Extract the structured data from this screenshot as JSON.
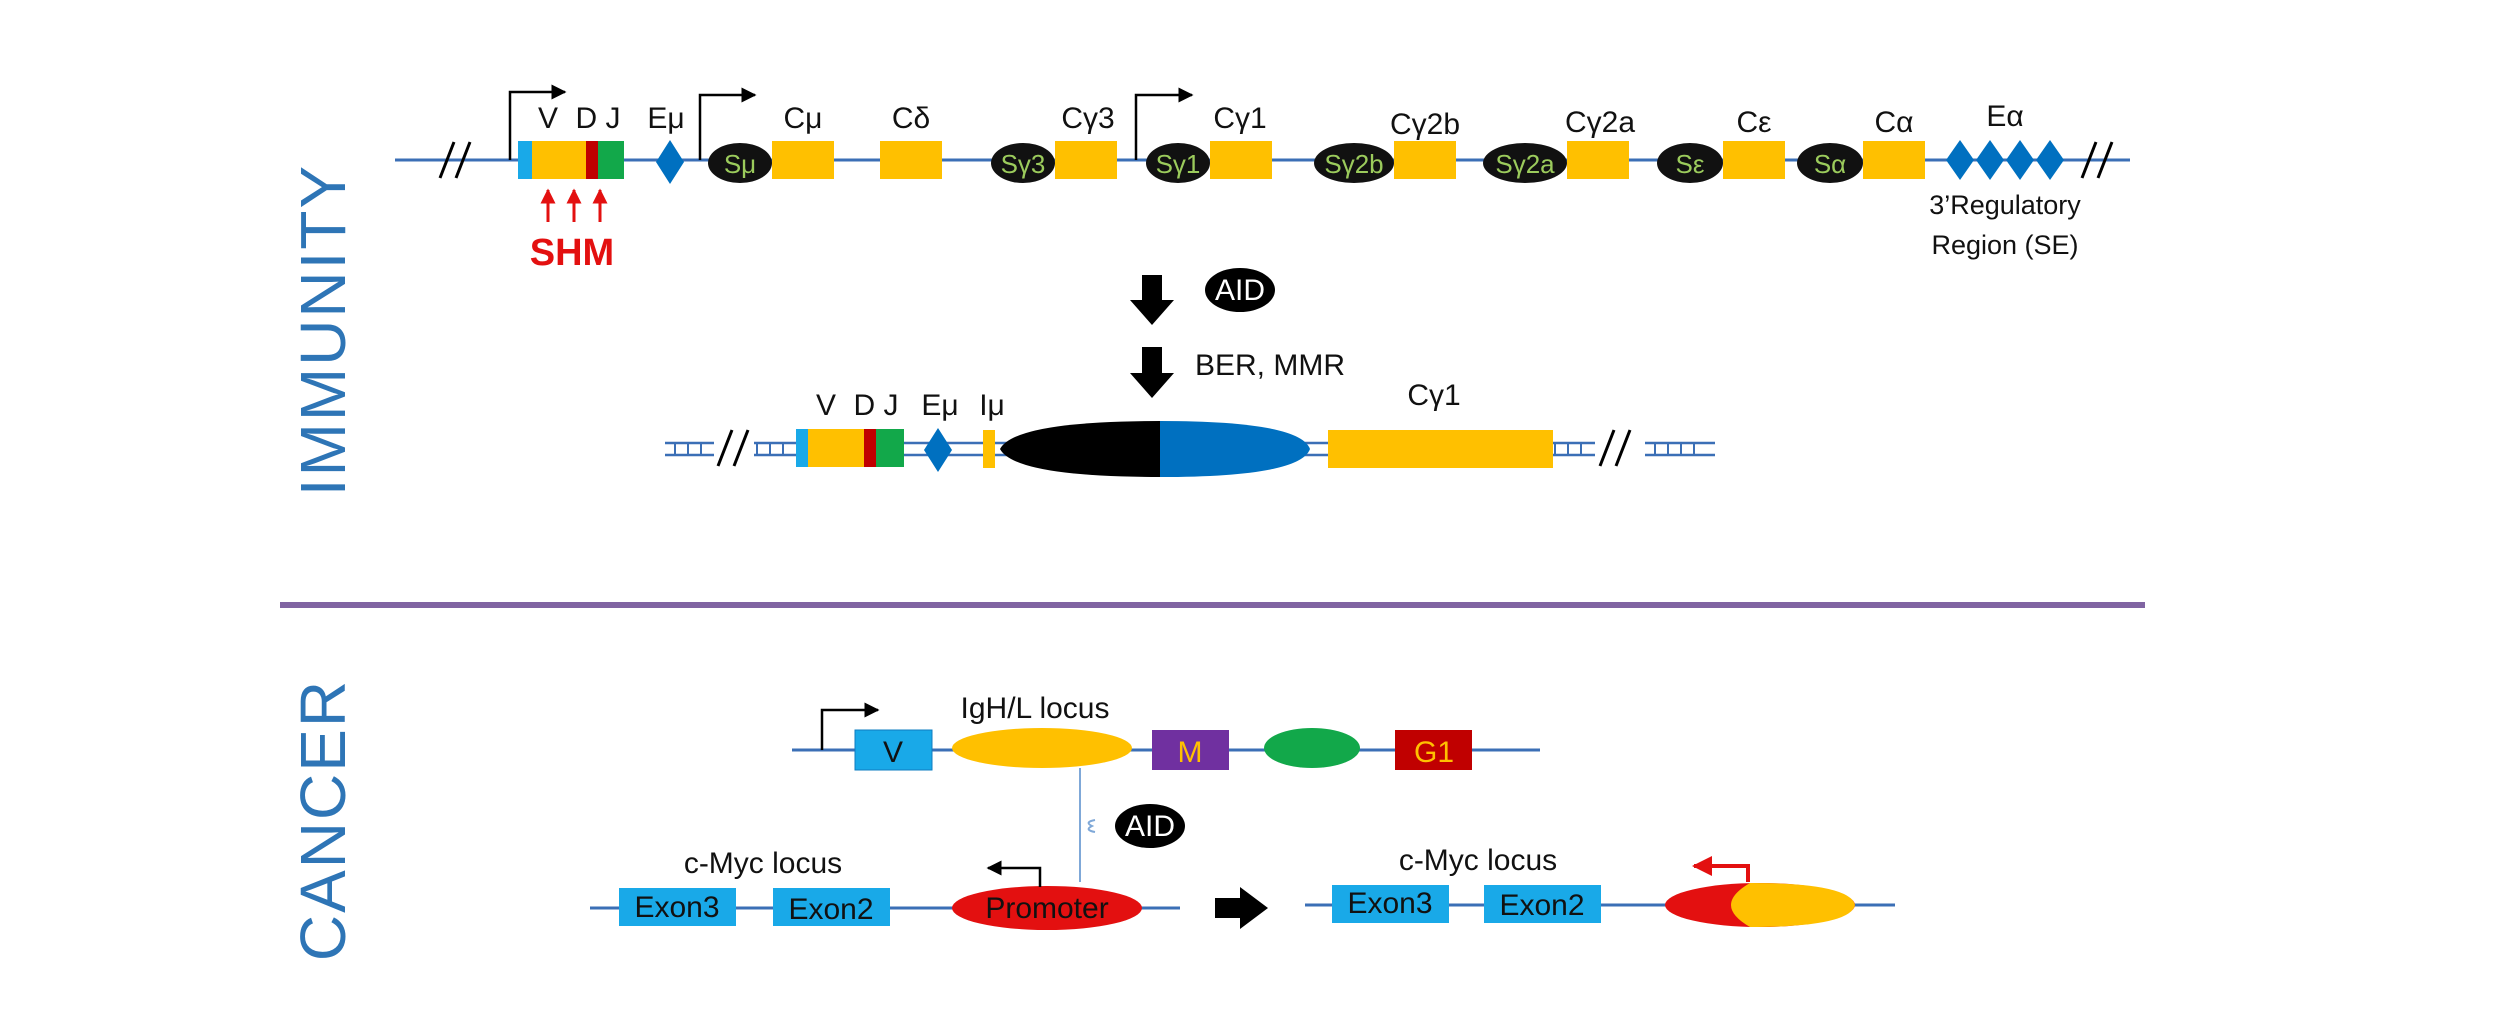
{
  "colors": {
    "line": "#3B6FB6",
    "yellow": "#FFC000",
    "blue_box": "#19A9E8",
    "dark_blue": "#0070C0",
    "red": "#E31010",
    "dark_red": "#C00000",
    "green": "#12A84A",
    "switch_bg": "#111111",
    "switch_text": "#9BCB5C",
    "purple": "#7030A0",
    "divider": "#8064A2",
    "side_label": "#2E75B6",
    "arrow": "#000000"
  },
  "sections": {
    "immunity_label": "IMMUNITY",
    "cancer_label": "CANCER"
  },
  "germline": {
    "v_label": "V",
    "dj_label": "D J",
    "emu_label": "Eμ",
    "shm_label": "SHM",
    "constant_labels": {
      "cmu": "Cμ",
      "cdelta": "Cδ",
      "cg3": "Cγ3",
      "cg1": "Cγ1",
      "cg2b": "Cγ2b",
      "cg2a": "Cγ2a",
      "ce": "Cε",
      "ca": "Cα"
    },
    "switch_labels": {
      "smu": "Sμ",
      "sg3": "Sγ3",
      "sg1": "Sγ1",
      "sg2b": "Sγ2b",
      "sg2a": "Sγ2a",
      "se": "Sε",
      "sa": "Sα"
    },
    "ealpha_label": "Eα",
    "rr_line1": "3’Regulatory",
    "rr_line2": "Region (SE)"
  },
  "process": {
    "aid_label": "AID",
    "repair_label": "BER, MMR"
  },
  "recombined": {
    "v_label": "V",
    "dj_label": "D J",
    "emu_label": "Eμ",
    "imu_label": "Iμ",
    "cg1_label": "Cγ1"
  },
  "cancer": {
    "igh_locus_label": "IgH/L locus",
    "v_label": "V",
    "m_label": "M",
    "g1_label": "G1",
    "aid_label": "AID",
    "myc_locus_label": "c-Myc locus",
    "exon3_label": "Exon3",
    "exon2_label": "Exon2",
    "promoter_label": "Promoter",
    "myc_locus_label_2": "c-Myc locus",
    "exon3_label_2": "Exon3",
    "exon2_label_2": "Exon2"
  }
}
